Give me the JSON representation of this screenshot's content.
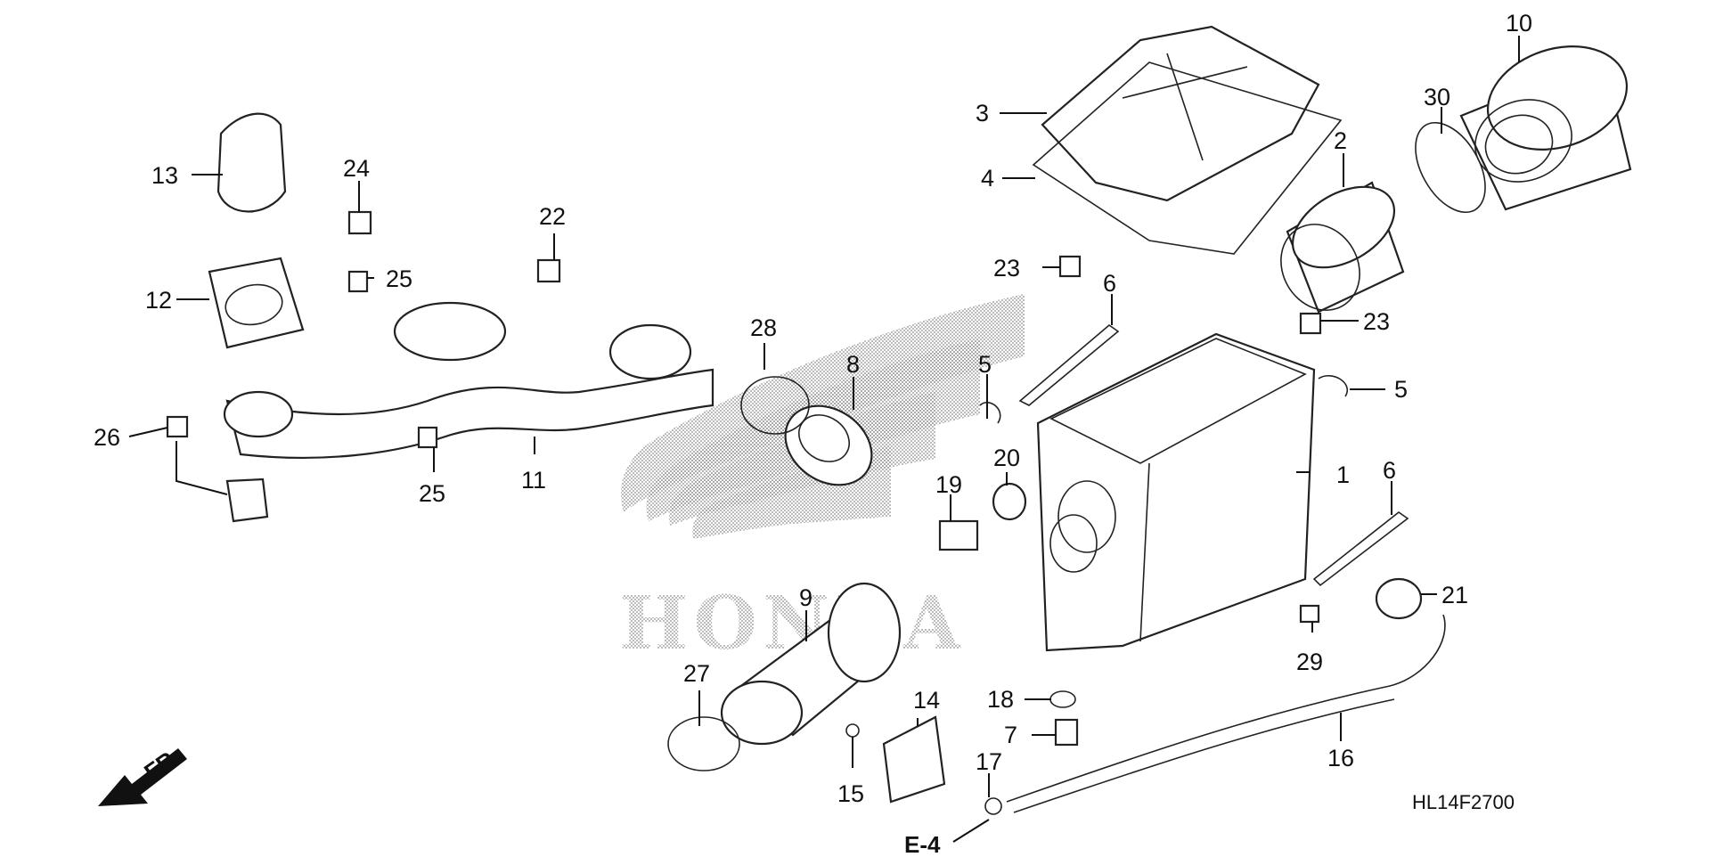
{
  "diagram": {
    "watermark_text": "HONDA",
    "code": "HL14F2700",
    "front_label": "FR.",
    "ref_label": "E-4",
    "callouts": [
      {
        "id": "c1",
        "text": "1"
      },
      {
        "id": "c2",
        "text": "2"
      },
      {
        "id": "c3",
        "text": "3"
      },
      {
        "id": "c4",
        "text": "4"
      },
      {
        "id": "c5a",
        "text": "5"
      },
      {
        "id": "c5b",
        "text": "5"
      },
      {
        "id": "c6a",
        "text": "6"
      },
      {
        "id": "c6b",
        "text": "6"
      },
      {
        "id": "c7",
        "text": "7"
      },
      {
        "id": "c8",
        "text": "8"
      },
      {
        "id": "c9",
        "text": "9"
      },
      {
        "id": "c10",
        "text": "10"
      },
      {
        "id": "c11",
        "text": "11"
      },
      {
        "id": "c12",
        "text": "12"
      },
      {
        "id": "c13",
        "text": "13"
      },
      {
        "id": "c14",
        "text": "14"
      },
      {
        "id": "c15",
        "text": "15"
      },
      {
        "id": "c16",
        "text": "16"
      },
      {
        "id": "c17",
        "text": "17"
      },
      {
        "id": "c18",
        "text": "18"
      },
      {
        "id": "c19",
        "text": "19"
      },
      {
        "id": "c20",
        "text": "20"
      },
      {
        "id": "c21",
        "text": "21"
      },
      {
        "id": "c22",
        "text": "22"
      },
      {
        "id": "c23a",
        "text": "23"
      },
      {
        "id": "c23b",
        "text": "23"
      },
      {
        "id": "c24",
        "text": "24"
      },
      {
        "id": "c25a",
        "text": "25"
      },
      {
        "id": "c25b",
        "text": "25"
      },
      {
        "id": "c26",
        "text": "26"
      },
      {
        "id": "c27",
        "text": "27"
      },
      {
        "id": "c28",
        "text": "28"
      },
      {
        "id": "c29",
        "text": "29"
      },
      {
        "id": "c30",
        "text": "30"
      }
    ]
  }
}
